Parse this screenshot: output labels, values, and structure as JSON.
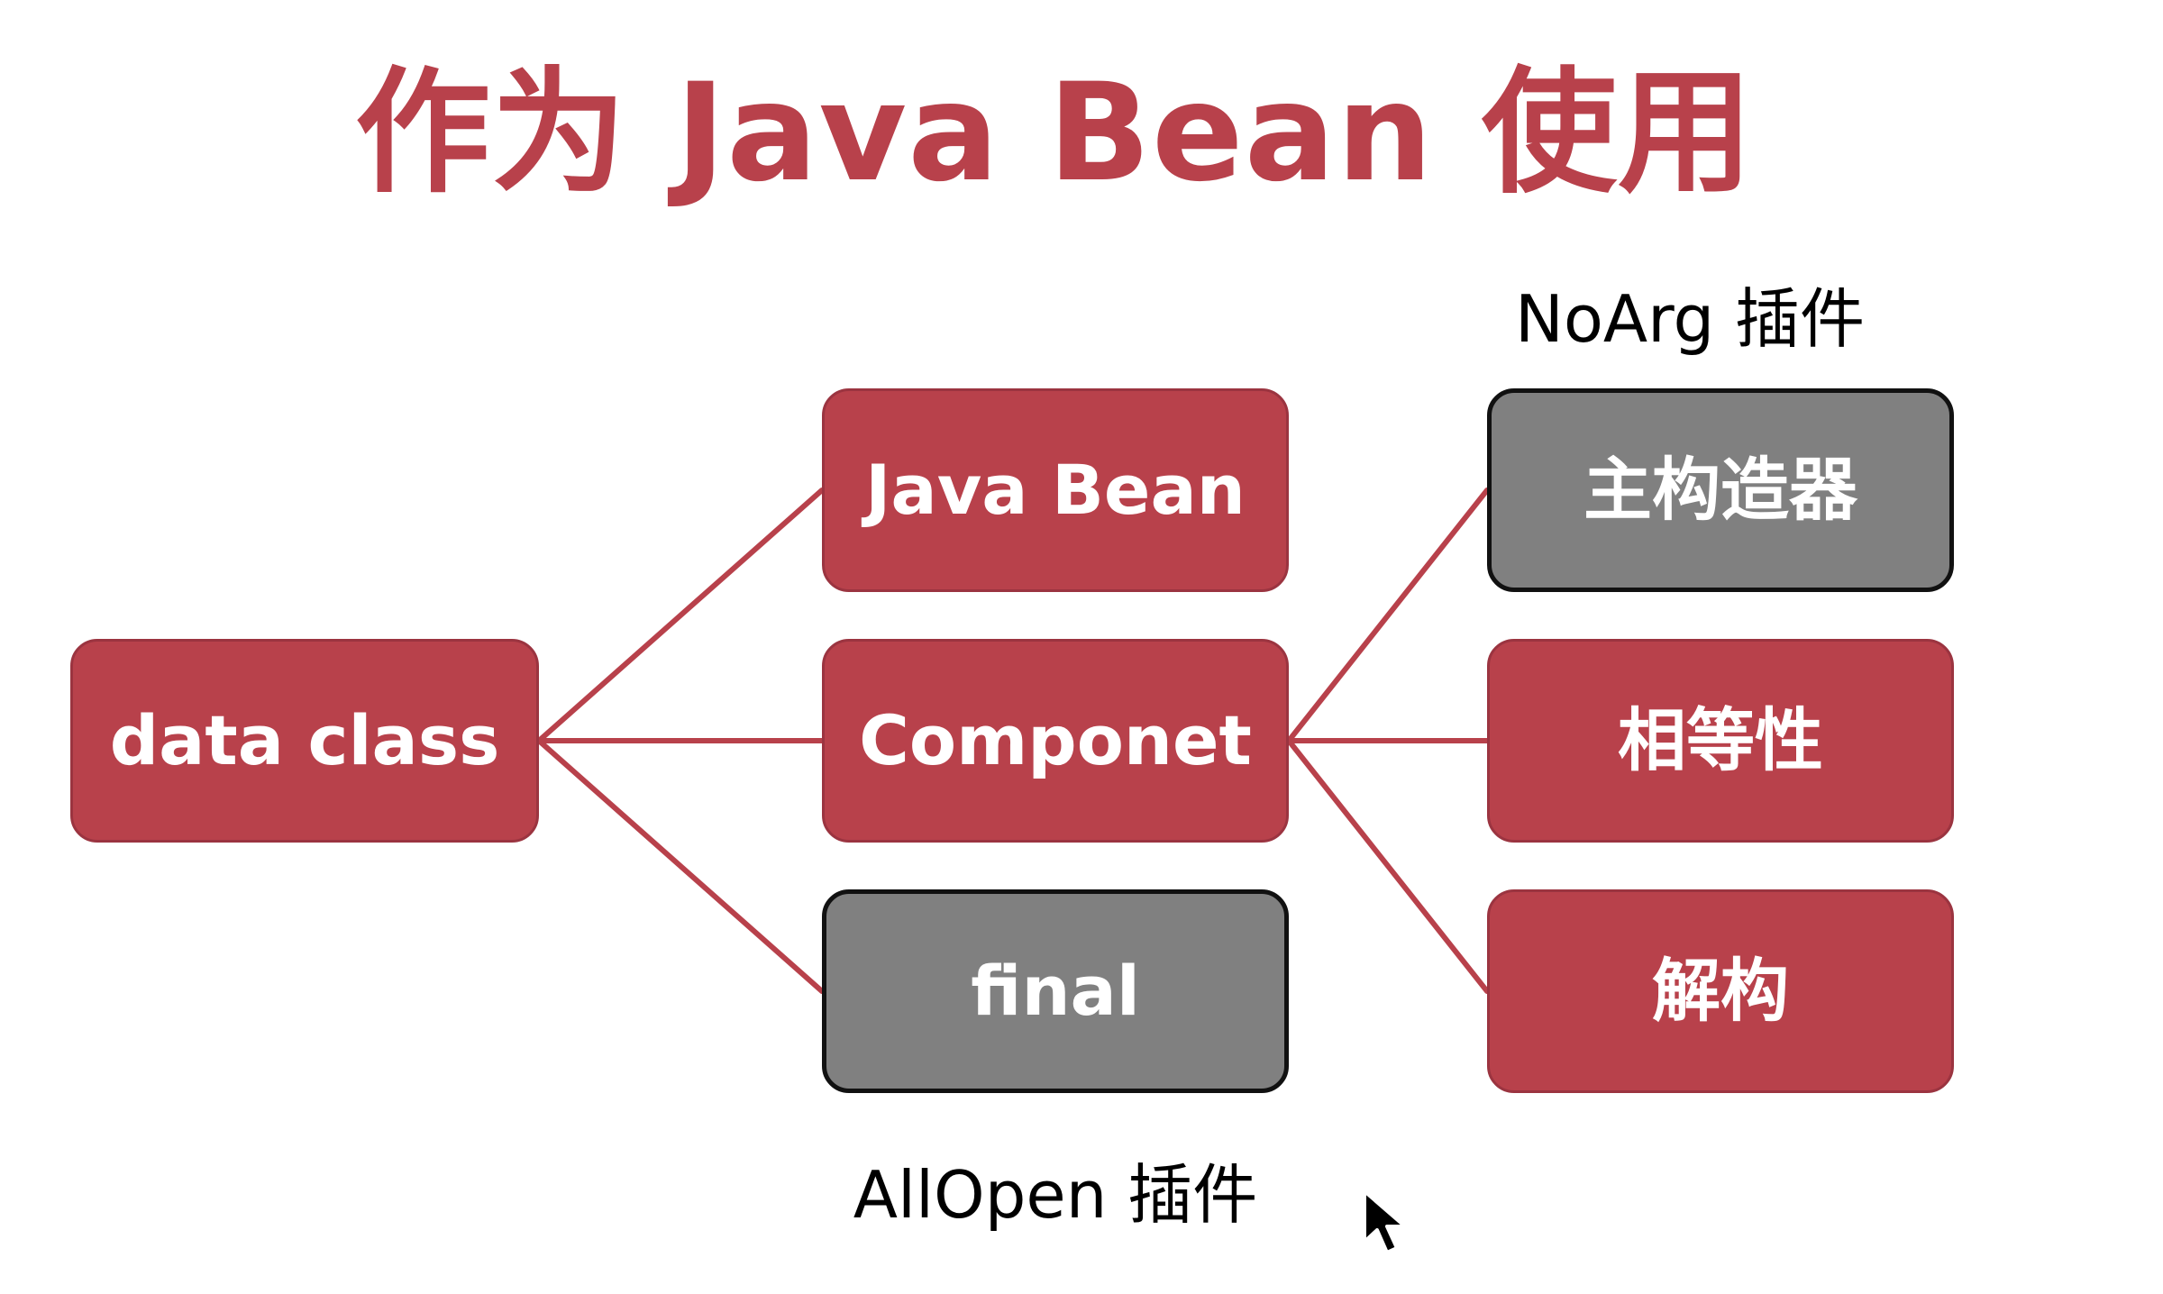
{
  "title": "作为 Java Bean 使用",
  "nodes": {
    "data_class": "data class",
    "java_bean": "Java Bean",
    "componet": "Componet",
    "final": "final",
    "primary_constructor": "主构造器",
    "equality": "相等性",
    "destructuring": "解构"
  },
  "captions": {
    "noarg": "NoArg 插件",
    "allopen": "AllOpen 插件"
  },
  "colors": {
    "accent_red": "#b8414b",
    "inactive_gray": "#808080",
    "gray_border": "#111111",
    "background": "#ffffff"
  },
  "icons": {
    "cursor": "mouse-pointer-icon"
  }
}
